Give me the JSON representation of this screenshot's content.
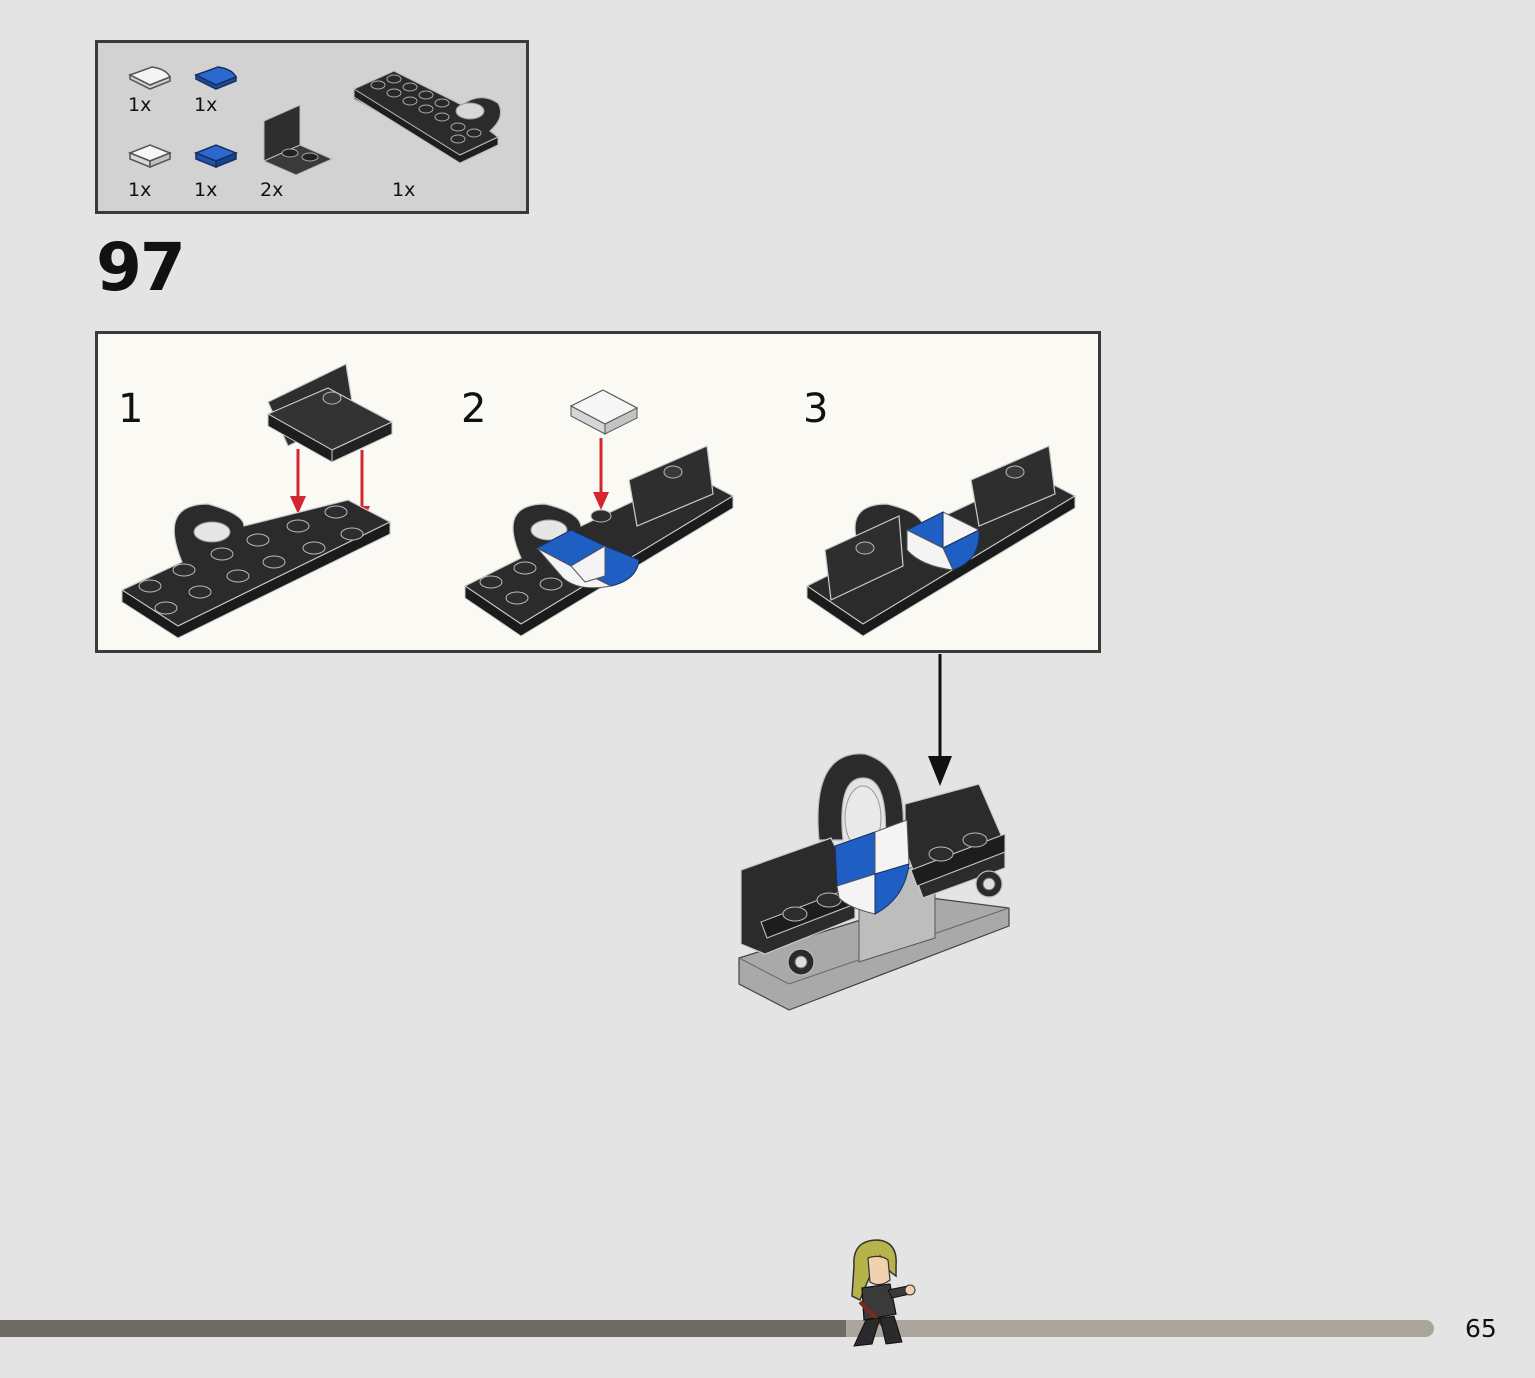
{
  "parts_list": {
    "items": [
      {
        "name": "white-quarter-tile",
        "quantity": "1x"
      },
      {
        "name": "blue-quarter-tile",
        "quantity": "1x"
      },
      {
        "name": "white-tile",
        "quantity": "1x"
      },
      {
        "name": "blue-tile",
        "quantity": "1x"
      },
      {
        "name": "black-bracket",
        "quantity": "2x"
      },
      {
        "name": "black-plate-with-hole",
        "quantity": "1x"
      }
    ]
  },
  "step": {
    "number": "97",
    "sub_steps": [
      "1",
      "2",
      "3"
    ]
  },
  "page": {
    "number": "65",
    "progress": 0.59
  },
  "colors": {
    "background": "#e4e4e4",
    "black_brick": "#2b2b2b",
    "blue_brick": "#1f5fc4",
    "white_brick": "#f4f4f4",
    "arrow_red": "#d3262f",
    "gray_brick": "#a9a9a9"
  }
}
